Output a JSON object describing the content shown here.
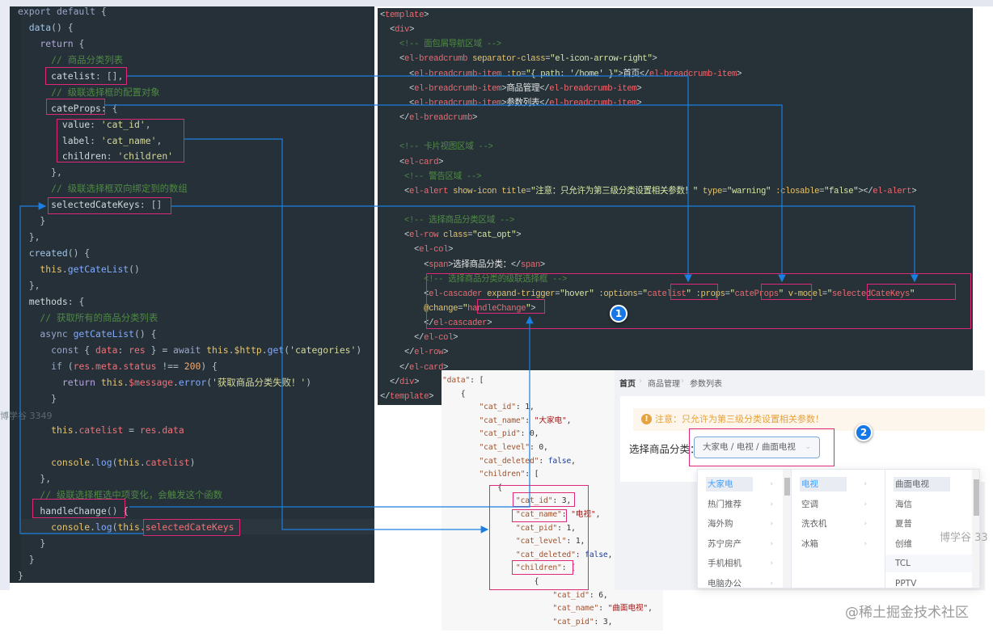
{
  "left_code": {
    "watermark": "博学谷 3349",
    "lines": [
      [
        [
          "kw",
          "export default "
        ],
        [
          "punc",
          "{"
        ]
      ],
      [
        [
          "fn",
          "  data"
        ],
        [
          "punc",
          "() {"
        ]
      ],
      [
        [
          "ret",
          "    return "
        ],
        [
          "punc",
          "{"
        ]
      ],
      [
        [
          "cm",
          "      // 商品分类列表"
        ]
      ],
      [
        [
          "prop",
          "      catelist"
        ],
        [
          "punc",
          ": [],"
        ]
      ],
      [
        [
          "cm",
          "      // 级联选择框的配置对象"
        ]
      ],
      [
        [
          "prop",
          "      cateProps"
        ],
        [
          "punc",
          ": {"
        ]
      ],
      [
        [
          "prop",
          "        value"
        ],
        [
          "punc",
          ": "
        ],
        [
          "str",
          "'cat_id'"
        ],
        [
          "punc",
          ","
        ]
      ],
      [
        [
          "prop",
          "        label"
        ],
        [
          "punc",
          ": "
        ],
        [
          "str",
          "'cat_name'"
        ],
        [
          "punc",
          ","
        ]
      ],
      [
        [
          "prop",
          "        children"
        ],
        [
          "punc",
          ": "
        ],
        [
          "str",
          "'children'"
        ]
      ],
      [
        [
          "punc",
          "      },"
        ]
      ],
      [
        [
          "cm",
          "      // 级联选择框双向绑定到的数组"
        ]
      ],
      [
        [
          "prop",
          "      selectedCateKeys"
        ],
        [
          "punc",
          ": []"
        ]
      ],
      [
        [
          "punc",
          "    }"
        ]
      ],
      [
        [
          "punc",
          "  },"
        ]
      ],
      [
        [
          "fn",
          "  created"
        ],
        [
          "punc",
          "() {"
        ]
      ],
      [
        [
          "this",
          "    this"
        ],
        [
          "punc",
          "."
        ],
        [
          "method",
          "getCateList"
        ],
        [
          "punc",
          "()"
        ]
      ],
      [
        [
          "punc",
          "  },"
        ]
      ],
      [
        [
          "prop",
          "  methods"
        ],
        [
          "punc",
          ": {"
        ]
      ],
      [
        [
          "cm",
          "    // 获取所有的商品分类列表"
        ]
      ],
      [
        [
          "kw",
          "    async "
        ],
        [
          "method",
          "getCateList"
        ],
        [
          "punc",
          "() {"
        ]
      ],
      [
        [
          "kw",
          "      const "
        ],
        [
          "punc",
          "{ "
        ],
        [
          "var",
          "data"
        ],
        [
          "punc",
          ": "
        ],
        [
          "var",
          "res"
        ],
        [
          "punc",
          " } = "
        ],
        [
          "kw",
          "await "
        ],
        [
          "this",
          "this"
        ],
        [
          "punc",
          "."
        ],
        [
          "this",
          "$http"
        ],
        [
          "punc",
          "."
        ],
        [
          "method",
          "get"
        ],
        [
          "punc",
          "("
        ],
        [
          "str",
          "'categories'"
        ],
        [
          "punc",
          ")"
        ]
      ],
      [
        [
          "kw",
          "      if "
        ],
        [
          "punc",
          "("
        ],
        [
          "var",
          "res.meta.status"
        ],
        [
          "punc",
          " !== "
        ],
        [
          "num",
          "200"
        ],
        [
          "punc",
          ") {"
        ]
      ],
      [
        [
          "ret",
          "        return "
        ],
        [
          "this",
          "this"
        ],
        [
          "punc",
          "."
        ],
        [
          "var",
          "$message"
        ],
        [
          "punc",
          "."
        ],
        [
          "method",
          "error"
        ],
        [
          "punc",
          "("
        ],
        [
          "str",
          "'获取商品分类失败！'"
        ],
        [
          "punc",
          ")"
        ]
      ],
      [
        [
          "punc",
          "      }"
        ]
      ],
      [
        [
          "punc",
          " "
        ]
      ],
      [
        [
          "this",
          "      this"
        ],
        [
          "punc",
          "."
        ],
        [
          "var",
          "catelist"
        ],
        [
          "punc",
          " = "
        ],
        [
          "var",
          "res.data"
        ]
      ],
      [
        [
          "punc",
          " "
        ]
      ],
      [
        [
          "this",
          "      console"
        ],
        [
          "punc",
          "."
        ],
        [
          "method",
          "log"
        ],
        [
          "punc",
          "("
        ],
        [
          "this",
          "this"
        ],
        [
          "punc",
          "."
        ],
        [
          "var",
          "catelist"
        ],
        [
          "punc",
          ")"
        ]
      ],
      [
        [
          "punc",
          "    },"
        ]
      ],
      [
        [
          "cm",
          "    // 级联选择框选中项变化，会触发这个函数"
        ]
      ],
      [
        [
          "prop",
          "    handleChange"
        ],
        [
          "punc",
          "() {"
        ]
      ],
      [
        [
          "this",
          "      console"
        ],
        [
          "punc",
          "."
        ],
        [
          "method",
          "log"
        ],
        [
          "punc",
          "("
        ],
        [
          "this",
          "this"
        ],
        [
          "var",
          ".selectedCateKeys"
        ]
      ],
      [
        [
          "punc",
          "    }"
        ]
      ],
      [
        [
          "punc",
          "  }"
        ]
      ],
      [
        [
          "punc",
          "}"
        ]
      ]
    ]
  },
  "right_code": {
    "lines": [
      [
        [
          "br",
          "<"
        ],
        [
          "tag",
          "template"
        ],
        [
          "br",
          ">"
        ]
      ],
      [
        [
          "br",
          "  <"
        ],
        [
          "tag",
          "div"
        ],
        [
          "br",
          ">"
        ]
      ],
      [
        [
          "cm",
          "    <!-- 面包屑导航区域 -->"
        ]
      ],
      [
        [
          "br",
          "    <"
        ],
        [
          "tag",
          "el-breadcrumb "
        ],
        [
          "attr",
          "separator-class"
        ],
        [
          "br",
          "="
        ],
        [
          "astr",
          "\"el-icon-arrow-right\""
        ],
        [
          "br",
          ">"
        ]
      ],
      [
        [
          "br",
          "      <"
        ],
        [
          "tag",
          "el-breadcrumb-item "
        ],
        [
          "attr",
          ":to"
        ],
        [
          "br",
          "="
        ],
        [
          "astr",
          "\"{ path: '/home' }\""
        ],
        [
          "br",
          ">"
        ],
        [
          "text",
          "首页"
        ],
        [
          "br",
          "</"
        ],
        [
          "tag",
          "el-breadcrumb-item"
        ],
        [
          "br",
          ">"
        ]
      ],
      [
        [
          "br",
          "      <"
        ],
        [
          "tag",
          "el-breadcrumb-item"
        ],
        [
          "br",
          ">"
        ],
        [
          "text",
          "商品管理"
        ],
        [
          "br",
          "</"
        ],
        [
          "tag",
          "el-breadcrumb-item"
        ],
        [
          "br",
          ">"
        ]
      ],
      [
        [
          "br",
          "      <"
        ],
        [
          "tag",
          "el-breadcrumb-item"
        ],
        [
          "br",
          ">"
        ],
        [
          "text",
          "参数列表"
        ],
        [
          "br",
          "</"
        ],
        [
          "tag",
          "el-breadcrumb-item"
        ],
        [
          "br",
          ">"
        ]
      ],
      [
        [
          "br",
          "    </"
        ],
        [
          "tag",
          "el-breadcrumb"
        ],
        [
          "br",
          ">"
        ]
      ],
      [
        [
          "br",
          " "
        ]
      ],
      [
        [
          "cm",
          "    <!-- 卡片视图区域 -->"
        ]
      ],
      [
        [
          "br",
          "    <"
        ],
        [
          "tag",
          "el-card"
        ],
        [
          "br",
          ">"
        ]
      ],
      [
        [
          "cm",
          "     <!-- 警告区域 -->"
        ]
      ],
      [
        [
          "br",
          "     <"
        ],
        [
          "tag",
          "el-alert "
        ],
        [
          "attr",
          "show-icon title"
        ],
        [
          "br",
          "="
        ],
        [
          "astr",
          "\"注意：只允许为第三级分类设置相关参数！\""
        ],
        [
          "attr",
          " type"
        ],
        [
          "br",
          "="
        ],
        [
          "astr",
          "\"warning\""
        ],
        [
          "attr",
          " :closable"
        ],
        [
          "br",
          "="
        ],
        [
          "astr",
          "\"false\""
        ],
        [
          "br",
          "></"
        ],
        [
          "tag",
          "el-alert"
        ],
        [
          "br",
          ">"
        ]
      ],
      [
        [
          "br",
          " "
        ]
      ],
      [
        [
          "cm",
          "     <!-- 选择商品分类区域 -->"
        ]
      ],
      [
        [
          "br",
          "     <"
        ],
        [
          "tag",
          "el-row "
        ],
        [
          "attr",
          "class"
        ],
        [
          "br",
          "="
        ],
        [
          "astr",
          "\"cat_opt\""
        ],
        [
          "br",
          ">"
        ]
      ],
      [
        [
          "br",
          "       <"
        ],
        [
          "tag",
          "el-col"
        ],
        [
          "br",
          ">"
        ]
      ],
      [
        [
          "br",
          "         <"
        ],
        [
          "tag",
          "span"
        ],
        [
          "br",
          ">"
        ],
        [
          "text",
          "选择商品分类："
        ],
        [
          "br",
          "</"
        ],
        [
          "tag",
          "span"
        ],
        [
          "br",
          ">"
        ]
      ],
      [
        [
          "cm",
          "         <!-- 选择商品分类的级联选择框 -->"
        ]
      ],
      [
        [
          "br",
          "         <"
        ],
        [
          "tag",
          "el-cascader "
        ],
        [
          "attr",
          "expand-trigger"
        ],
        [
          "br",
          "="
        ],
        [
          "astr",
          "\"hover\""
        ],
        [
          "attr",
          " :options"
        ],
        [
          "br",
          "="
        ],
        [
          "astr",
          "\""
        ],
        [
          "tag",
          "catelist"
        ],
        [
          "astr",
          "\""
        ],
        [
          "attr",
          " :props"
        ],
        [
          "br",
          "="
        ],
        [
          "astr",
          "\""
        ],
        [
          "tag",
          "cateProps"
        ],
        [
          "astr",
          "\""
        ],
        [
          "attr",
          " v-model"
        ],
        [
          "br",
          "="
        ],
        [
          "astr",
          "\""
        ],
        [
          "tag",
          "selectedCateKeys"
        ],
        [
          "astr",
          "\""
        ]
      ],
      [
        [
          "attr",
          "         @change"
        ],
        [
          "br",
          "="
        ],
        [
          "astr",
          "\""
        ],
        [
          "tag",
          "handleChange"
        ],
        [
          "astr",
          "\""
        ],
        [
          "br",
          ">"
        ]
      ],
      [
        [
          "br",
          "         </"
        ],
        [
          "tag",
          "el-cascader"
        ],
        [
          "br",
          ">"
        ]
      ],
      [
        [
          "br",
          "       </"
        ],
        [
          "tag",
          "el-col"
        ],
        [
          "br",
          ">"
        ]
      ],
      [
        [
          "br",
          "     </"
        ],
        [
          "tag",
          "el-row"
        ],
        [
          "br",
          ">"
        ]
      ],
      [
        [
          "br",
          "    </"
        ],
        [
          "tag",
          "el-card"
        ],
        [
          "br",
          ">"
        ]
      ],
      [
        [
          "br",
          "  </"
        ],
        [
          "tag",
          "div"
        ],
        [
          "br",
          ">"
        ]
      ],
      [
        [
          "br",
          "</"
        ],
        [
          "tag",
          "template"
        ],
        [
          "br",
          ">"
        ]
      ]
    ]
  },
  "json_code": {
    "lines": [
      [
        [
          "key",
          "\"data\""
        ],
        [
          "p",
          ": ["
        ]
      ],
      [
        [
          "p",
          "    {"
        ]
      ],
      [
        [
          "key",
          "        \"cat_id\""
        ],
        [
          "p",
          ": "
        ],
        [
          "num",
          "1"
        ],
        [
          "p",
          ","
        ]
      ],
      [
        [
          "key",
          "        \"cat_name\""
        ],
        [
          "p",
          ": "
        ],
        [
          "str",
          "\"大家电\""
        ],
        [
          "p",
          ","
        ]
      ],
      [
        [
          "key",
          "        \"cat_pid\""
        ],
        [
          "p",
          ": "
        ],
        [
          "num",
          "0"
        ],
        [
          "p",
          ","
        ]
      ],
      [
        [
          "key",
          "        \"cat_level\""
        ],
        [
          "p",
          ": "
        ],
        [
          "num",
          "0"
        ],
        [
          "p",
          ","
        ]
      ],
      [
        [
          "key",
          "        \"cat_deleted\""
        ],
        [
          "p",
          ": "
        ],
        [
          "bool",
          "false"
        ],
        [
          "p",
          ","
        ]
      ],
      [
        [
          "key",
          "        \"children\""
        ],
        [
          "p",
          ": ["
        ]
      ],
      [
        [
          "p",
          "            {"
        ]
      ],
      [
        [
          "key",
          "                \"cat_id\""
        ],
        [
          "p",
          ": "
        ],
        [
          "num",
          "3"
        ],
        [
          "p",
          ","
        ]
      ],
      [
        [
          "key",
          "                \"cat_name\""
        ],
        [
          "p",
          ": "
        ],
        [
          "str",
          "\"电视\""
        ],
        [
          "p",
          ","
        ]
      ],
      [
        [
          "key",
          "                \"cat_pid\""
        ],
        [
          "p",
          ": "
        ],
        [
          "num",
          "1"
        ],
        [
          "p",
          ","
        ]
      ],
      [
        [
          "key",
          "                \"cat_level\""
        ],
        [
          "p",
          ": "
        ],
        [
          "num",
          "1"
        ],
        [
          "p",
          ","
        ]
      ],
      [
        [
          "key",
          "                \"cat_deleted\""
        ],
        [
          "p",
          ": "
        ],
        [
          "bool",
          "false"
        ],
        [
          "p",
          ","
        ]
      ],
      [
        [
          "key",
          "                \"children\""
        ],
        [
          "p",
          ": ["
        ]
      ],
      [
        [
          "p",
          "                    {"
        ]
      ],
      [
        [
          "key",
          "                        \"cat_id\""
        ],
        [
          "p",
          ": "
        ],
        [
          "num",
          "6"
        ],
        [
          "p",
          ","
        ]
      ],
      [
        [
          "key",
          "                        \"cat_name\""
        ],
        [
          "p",
          ": "
        ],
        [
          "str",
          "\"曲面电视\""
        ],
        [
          "p",
          ","
        ]
      ],
      [
        [
          "key",
          "                        \"cat_pid\""
        ],
        [
          "p",
          ": "
        ],
        [
          "num",
          "3"
        ],
        [
          "p",
          ","
        ]
      ]
    ]
  },
  "ui_preview": {
    "breadcrumb": [
      "首页",
      "商品管理",
      "参数列表"
    ],
    "breadcrumb_separator": "›",
    "alert_icon": "!",
    "alert_text": "注意：只允许为第三级分类设置相关参数！",
    "select_label": "选择商品分类：",
    "cascader_value": "大家电 / 电视 / 曲面电视",
    "chevron": "⌄",
    "columns": [
      {
        "items": [
          "大家电",
          "热门推荐",
          "海外购",
          "苏宁房产",
          "手机相机",
          "电脑办公"
        ],
        "active": 0
      },
      {
        "items": [
          "电视",
          "空调",
          "洗衣机",
          "冰箱"
        ],
        "active": 0
      },
      {
        "items": [
          "曲面电视",
          "海信",
          "夏普",
          "创维",
          "TCL",
          "PPTV"
        ],
        "active": 0,
        "hover": 4
      }
    ],
    "item_arrow": "›",
    "watermark": "博学谷 33"
  },
  "badges": {
    "one": "1",
    "two": "2"
  },
  "footer_watermark": "@稀土掘金技术社区",
  "colors": {
    "highlight_box": "#e0287a",
    "arrow": "#1a7fe0",
    "active_option": "#409eff",
    "warning": "#e6a23c"
  }
}
